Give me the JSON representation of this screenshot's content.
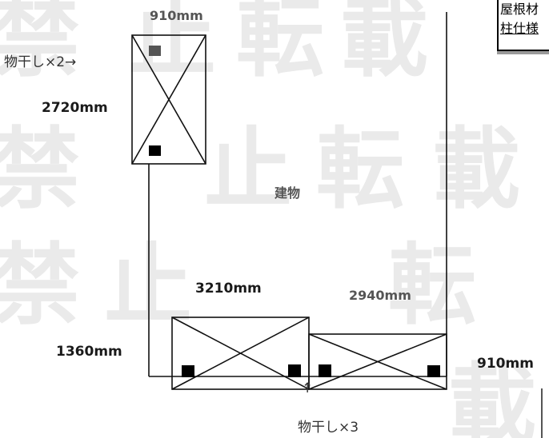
{
  "watermark": {
    "glyphs": [
      "禁",
      "止",
      "転",
      "載",
      "禁",
      "止",
      "転",
      "載",
      "禁",
      "止",
      "転",
      "載"
    ]
  },
  "header_box": {
    "line1": "屋根材",
    "line2": "柱仕様"
  },
  "labels": {
    "top_width": "910mm",
    "top_height": "2720mm",
    "drying_rack_x2": "物干し×2→",
    "building": "建物",
    "bottom_left_width": "3210mm",
    "bottom_right_width": "2940mm",
    "bottom_height": "1360mm",
    "right_dim": "910mm",
    "arrow_up": "↑",
    "drying_rack_x3": "物干し×3"
  },
  "colors": {
    "line": "#111111",
    "post_fill": "#000000",
    "watermark": "#d9d9d9"
  }
}
